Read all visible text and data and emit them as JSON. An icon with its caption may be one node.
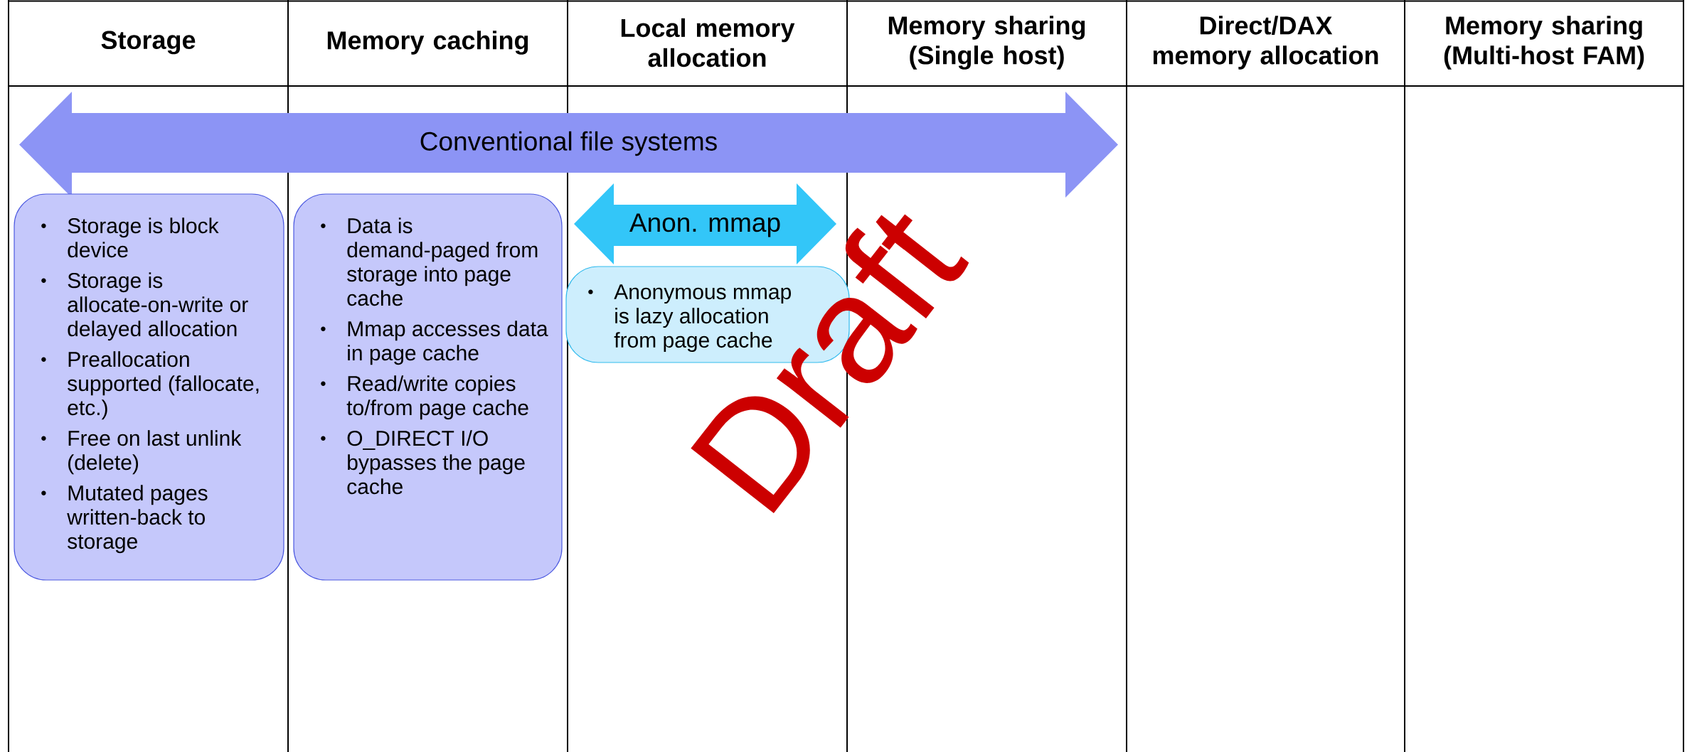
{
  "diagram": {
    "nodes": [
      {
        "text": [
          "Conventional file systems"
        ]
      },
      {
        "text": [
          "Storage is block device",
          "Storage is allocate-on-write or delayed allocation",
          "Preallocation supported (fallocate, etc.)",
          "Free on last unlink (delete)",
          "Mutated pages written-back to storage"
        ]
      },
      {
        "text": [
          "Data is demand-paged from storage into page cache",
          "Mmap accesses data in page cache",
          "Read/write copies to/from page cache",
          "O_DIRECT I/O bypasses the page cache"
        ]
      },
      {
        "text": [
          "Anon. mmap"
        ]
      },
      {
        "text": [
          "Anonymous mmap is lazy allocation from page cache"
        ]
      }
    ],
    "labels": [
      "Storage",
      "Memory caching",
      "Local memory allocation",
      "Memory sharing (Single host)",
      "Direct/DAX memory allocation",
      "Memory sharing (Multi-host FAM)",
      "Draft"
    ]
  }
}
